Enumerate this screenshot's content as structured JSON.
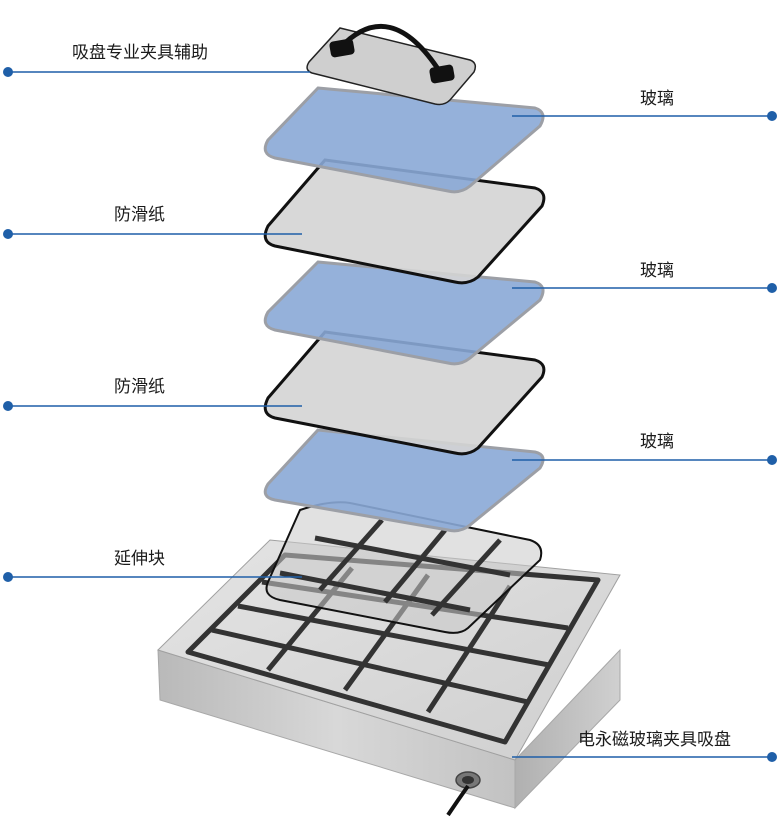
{
  "labels": {
    "suction_helper": "吸盘专业夹具辅助",
    "glass_1": "玻璃",
    "paper_1": "防滑纸",
    "glass_2": "玻璃",
    "paper_2": "防滑纸",
    "glass_3": "玻璃",
    "extension_block": "延伸块",
    "chuck": "电永磁玻璃夹具吸盘"
  },
  "colors": {
    "glass": "#8aa9d6",
    "glass_edge": "#9c9fa6",
    "paper": "#d4d4d4",
    "paper_edge": "#111111",
    "leader": "#1f5fa8",
    "dot": "#1f5fa8",
    "base_metal": "#c9c9c9",
    "base_grid": "#333333"
  }
}
